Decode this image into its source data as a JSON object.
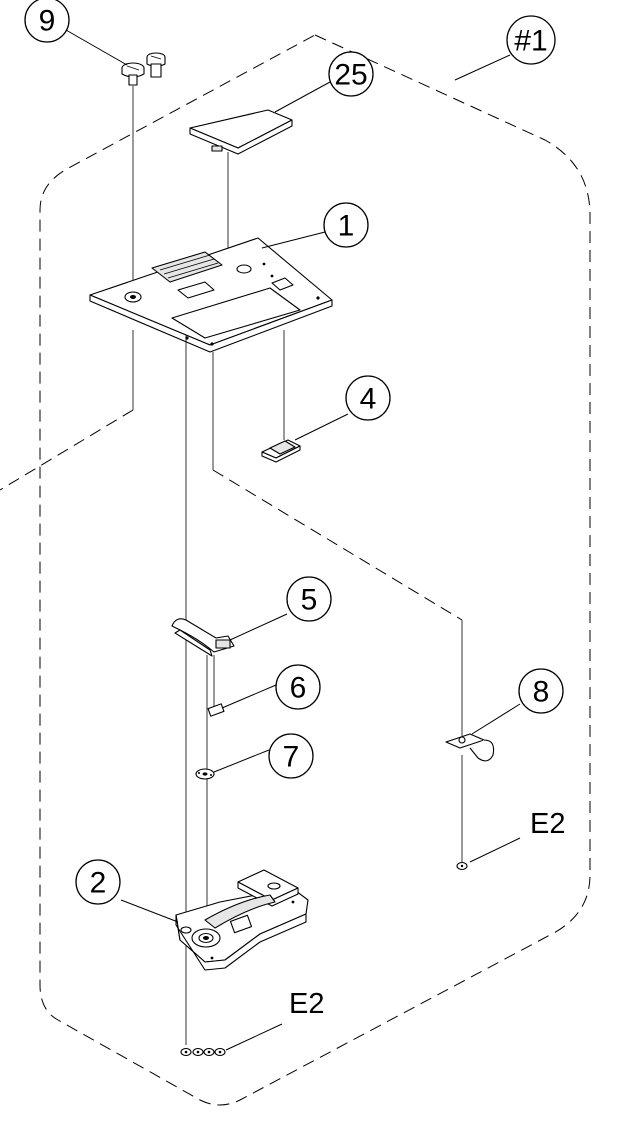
{
  "callouts": {
    "assembly": "#1",
    "screw_9": "9",
    "cover_25": "25",
    "needle_plate_1": "1",
    "part_4": "4",
    "lever_5": "5",
    "pin_6": "6",
    "washer_7": "7",
    "spring_8": "8",
    "base_2": "2"
  },
  "labels": {
    "screw_e2_right": "E2",
    "screw_e2_bottom": "E2"
  }
}
